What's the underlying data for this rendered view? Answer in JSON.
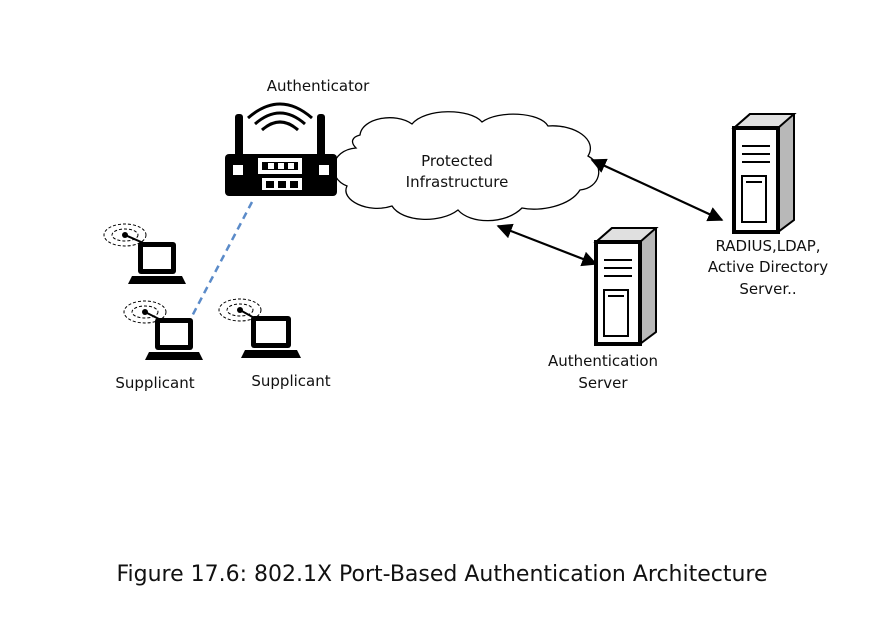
{
  "diagram": {
    "authenticator_label": "Authenticator",
    "cloud_label_line1": "Protected",
    "cloud_label_line2": "Infrastructure",
    "supplicant_left_label": "Supplicant",
    "supplicant_right_label": "Supplicant",
    "auth_server_line1": "Authentication",
    "auth_server_line2": "Server",
    "directory_line1": "RADIUS,LDAP,",
    "directory_line2": "Active Directory",
    "directory_line3": "Server..",
    "link_color": "#5b8bc9"
  },
  "caption": "Figure 17.6: 802.1X Port-Based Authentication Architecture"
}
